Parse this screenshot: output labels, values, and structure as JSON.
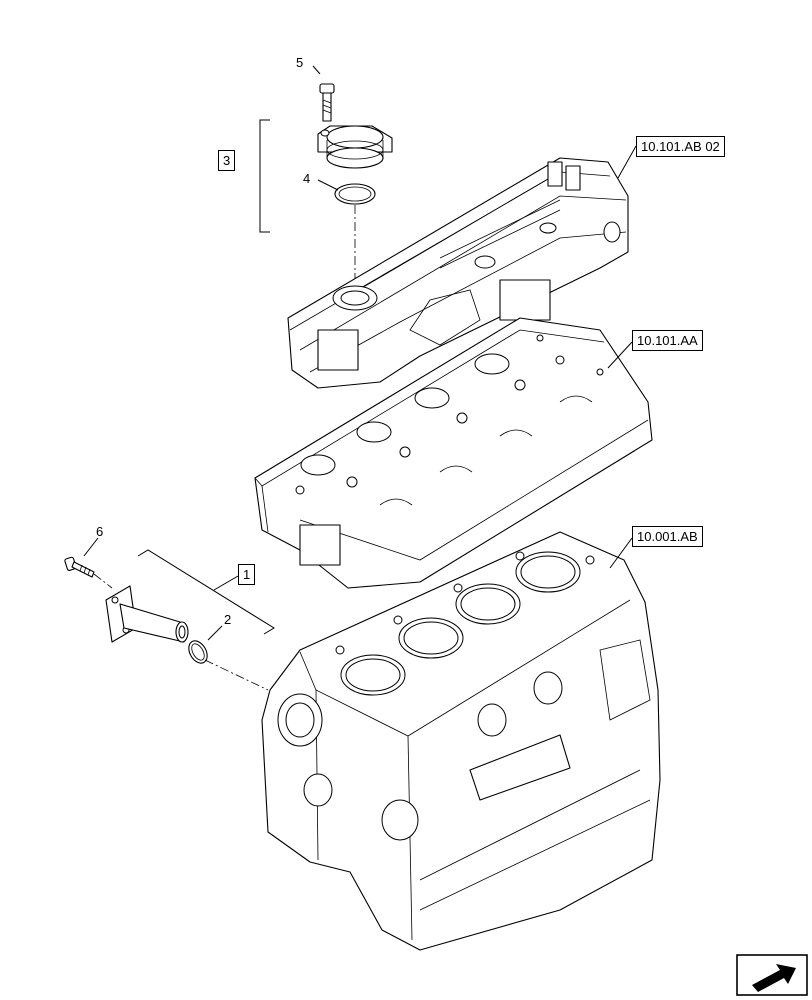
{
  "callouts": {
    "item_1": "1",
    "item_2": "2",
    "item_3": "3",
    "item_4": "4",
    "item_5": "5",
    "item_6": "6"
  },
  "references": {
    "valve_cover": "10.101.AB 02",
    "cylinder_head": "10.101.AA",
    "engine_block": "10.001.AB"
  },
  "nav_icon": "next-page-arrow-icon"
}
